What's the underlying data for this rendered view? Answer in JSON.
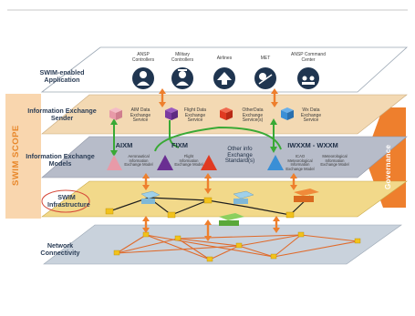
{
  "layers": {
    "application": "SWIM-enabled Application",
    "sender": "Information Exchange Sender",
    "models": "Information Exchange Models",
    "infrastructure": "SWIM Infrastructure",
    "network": "Network Connectivity"
  },
  "side": {
    "scope": "SWIM SCOPE",
    "governance": "Governance"
  },
  "applications": [
    {
      "name": "ANSP Controllers",
      "icon": "controller-icon"
    },
    {
      "name": "Military Controllers",
      "icon": "military-icon"
    },
    {
      "name": "Airlines",
      "icon": "airline-icon"
    },
    {
      "name": "MET",
      "icon": "weather-icon"
    },
    {
      "name": "ANSP Command Center",
      "icon": "command-center-icon"
    }
  ],
  "services": [
    {
      "label": "AIM Data Exchange Service",
      "color": "#e89aa8"
    },
    {
      "label": "Flight Data Exchange Service",
      "color": "#7a3aa0"
    },
    {
      "label": "OtherData Exchange Service(s)",
      "color": "#e03a22"
    },
    {
      "label": "Wx Data Exchange Service",
      "color": "#3a8fd6"
    }
  ],
  "models": [
    {
      "title": "AIXM",
      "desc": "Aeronautical Information Exchange Model",
      "color": "#e89aa8"
    },
    {
      "title": "FIXM",
      "desc": "Flight Information Exchange Model",
      "color": "#6a2e92"
    },
    {
      "title": "Other info Exchange Standard(s)",
      "desc": "",
      "color": "#e03a22"
    },
    {
      "title": "IWXXM - WXXM",
      "desc": "ICAO Meteorological Information Exchange Model",
      "desc2": "Meteorological Information Exchange Model",
      "color": "#3a8fd6"
    }
  ],
  "colors": {
    "sender_layer": "#f3d9b3",
    "models_layer": "#b7bcc9",
    "infra_layer": "#f2d98a",
    "network_layer": "#c9d2dc",
    "scope_band": "#f6c48c",
    "accent_orange": "#ee7f2d",
    "connector_green": "#39a935"
  }
}
